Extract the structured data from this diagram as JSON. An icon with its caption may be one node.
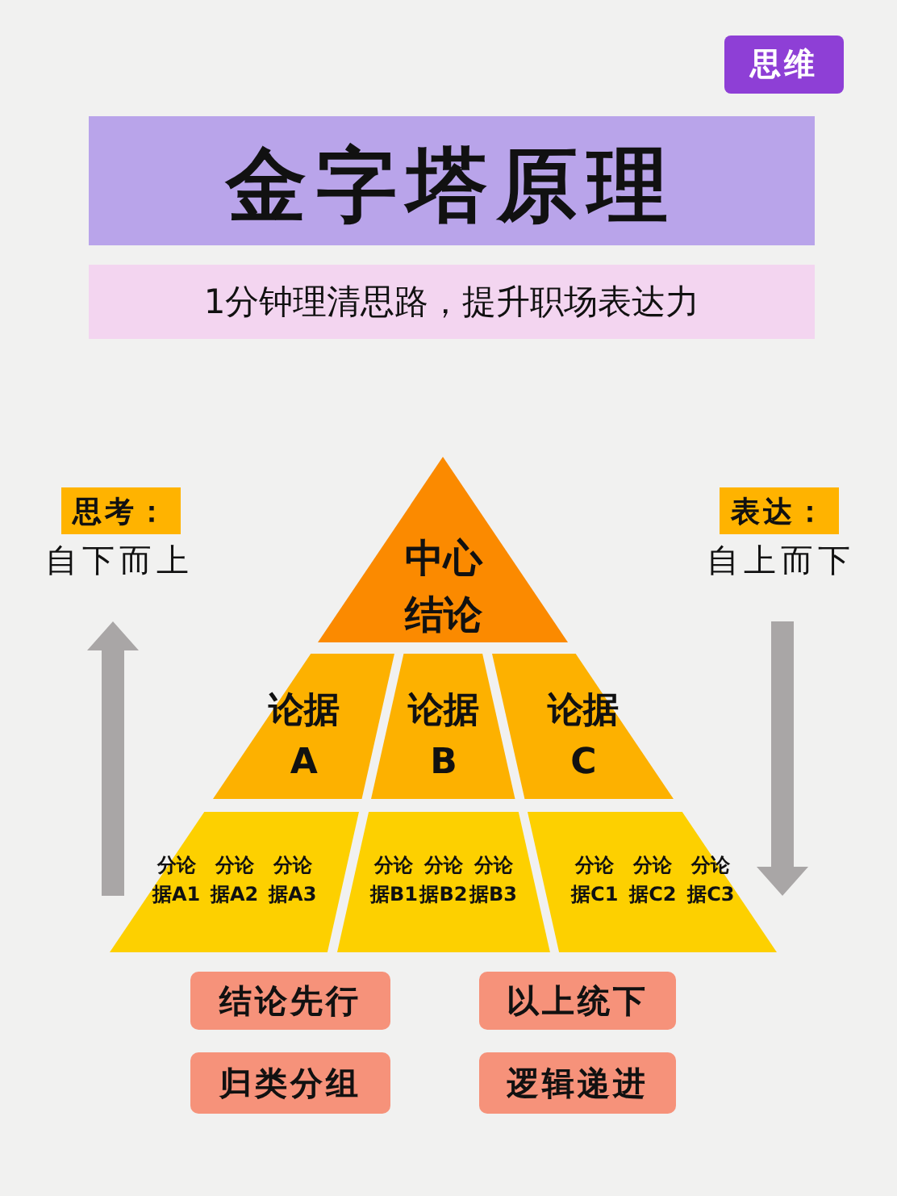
{
  "diagram": {
    "title": "金字塔原理",
    "nodes": [
      {
        "text": [
          "思维"
        ]
      },
      {
        "text": [
          "中心结论"
        ]
      },
      {
        "text": [
          "论据A"
        ]
      },
      {
        "text": [
          "论据B"
        ]
      },
      {
        "text": [
          "论据C"
        ]
      },
      {
        "text": [
          "分论据A1",
          "分论据A2",
          "分论据A3"
        ]
      },
      {
        "text": [
          "分论据B1",
          "分论据B2",
          "分论据B3"
        ]
      },
      {
        "text": [
          "分论据C1",
          "分论据C2",
          "分论据C3"
        ]
      },
      {
        "text": [
          "思考："
        ],
        "beside": [
          "自下而上"
        ]
      },
      {
        "text": [
          "表达："
        ],
        "beside": [
          "自上而下"
        ]
      },
      {
        "text": [
          "结论先行"
        ]
      },
      {
        "text": [
          "以上统下"
        ]
      },
      {
        "text": [
          "归类分组"
        ]
      },
      {
        "text": [
          "逻辑递进"
        ]
      }
    ],
    "labels": [
      "1分钟理清思路，提升职场表达力"
    ]
  }
}
